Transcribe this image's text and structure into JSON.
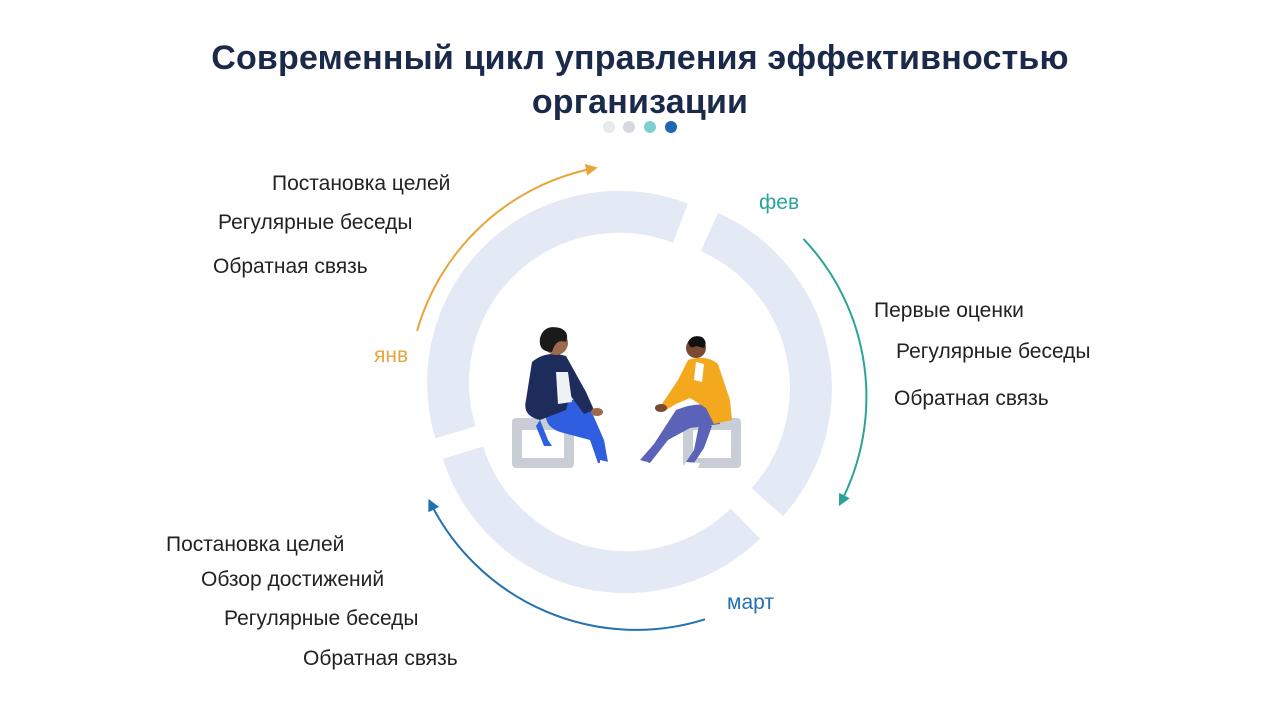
{
  "header": {
    "title_line1": "Современный цикл управления эффективностью",
    "title_line2": "организации"
  },
  "pager_dots": [
    "#e6e9ee",
    "#d5d9df",
    "#7fcfd0",
    "#1d67b0"
  ],
  "colors": {
    "ring": "#e3eaf5",
    "jan_arrow": "#e7a53b",
    "feb_arrow": "#2aa39b",
    "mar_arrow": "#2471b0",
    "text": "#222222",
    "title": "#1b2a4a"
  },
  "months": {
    "jan": "янв",
    "feb": "фев",
    "mar": "март"
  },
  "groups": {
    "jan": [
      "Постановка целей",
      "Регулярные беседы",
      "Обратная связь"
    ],
    "feb": [
      "Первые оценки",
      "Регулярные беседы",
      "Обратная связь"
    ],
    "mar": [
      "Постановка целей",
      "Обзор достижений",
      "Регулярные беседы",
      "Обратная связь"
    ]
  },
  "illustration": {
    "left_person": "seated-person-dark-jacket",
    "right_person": "seated-person-yellow-hoodie"
  }
}
